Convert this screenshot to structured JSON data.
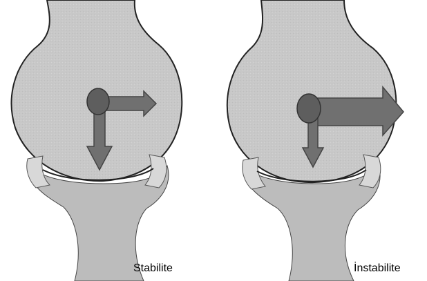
{
  "panels": [
    {
      "label": "Stabilite",
      "arrow": "small horizontal force arrow, large vertical force arrow"
    },
    {
      "label": "İnstabilite",
      "arrow": "large horizontal force arrow, small vertical force arrow"
    }
  ],
  "colors": {
    "bone": "#c9c9c9",
    "bone_shade": "#b8b8b8",
    "meniscus": "#d6d6d6",
    "outline": "#222222",
    "arrow": "#6e6e6e",
    "ball": "#5e5e5e"
  }
}
